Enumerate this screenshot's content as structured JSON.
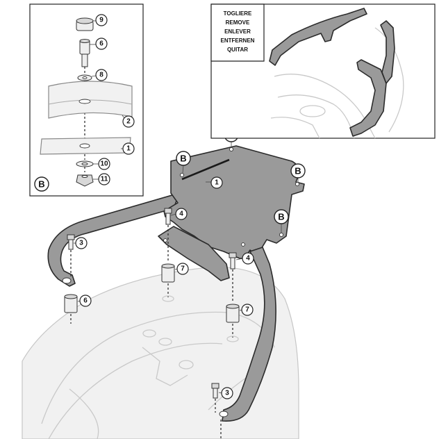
{
  "remove_note": {
    "lines": [
      "TOGLIERE",
      "REMOVE",
      "ENLEVER",
      "ENTFERNEN",
      "QUITAR"
    ]
  },
  "detail_panel": {
    "label": "B",
    "callouts": [
      "9",
      "6",
      "8",
      "2",
      "1",
      "10",
      "11"
    ]
  },
  "main_callouts": {
    "rack_label": "1",
    "bolt_front_left": "3",
    "bolt_front_right": "4",
    "bolt_rear_right": "4",
    "bolt_bottom": "3",
    "spacer_left": "6",
    "spacer_mid": "7",
    "spacer_right": "7"
  },
  "b_markers": [
    "B",
    "B",
    "B",
    "B"
  ],
  "colors": {
    "rail_fill": "#9a9a9a",
    "outline": "#2b2b2b",
    "ghost": "#c9c9c9"
  }
}
